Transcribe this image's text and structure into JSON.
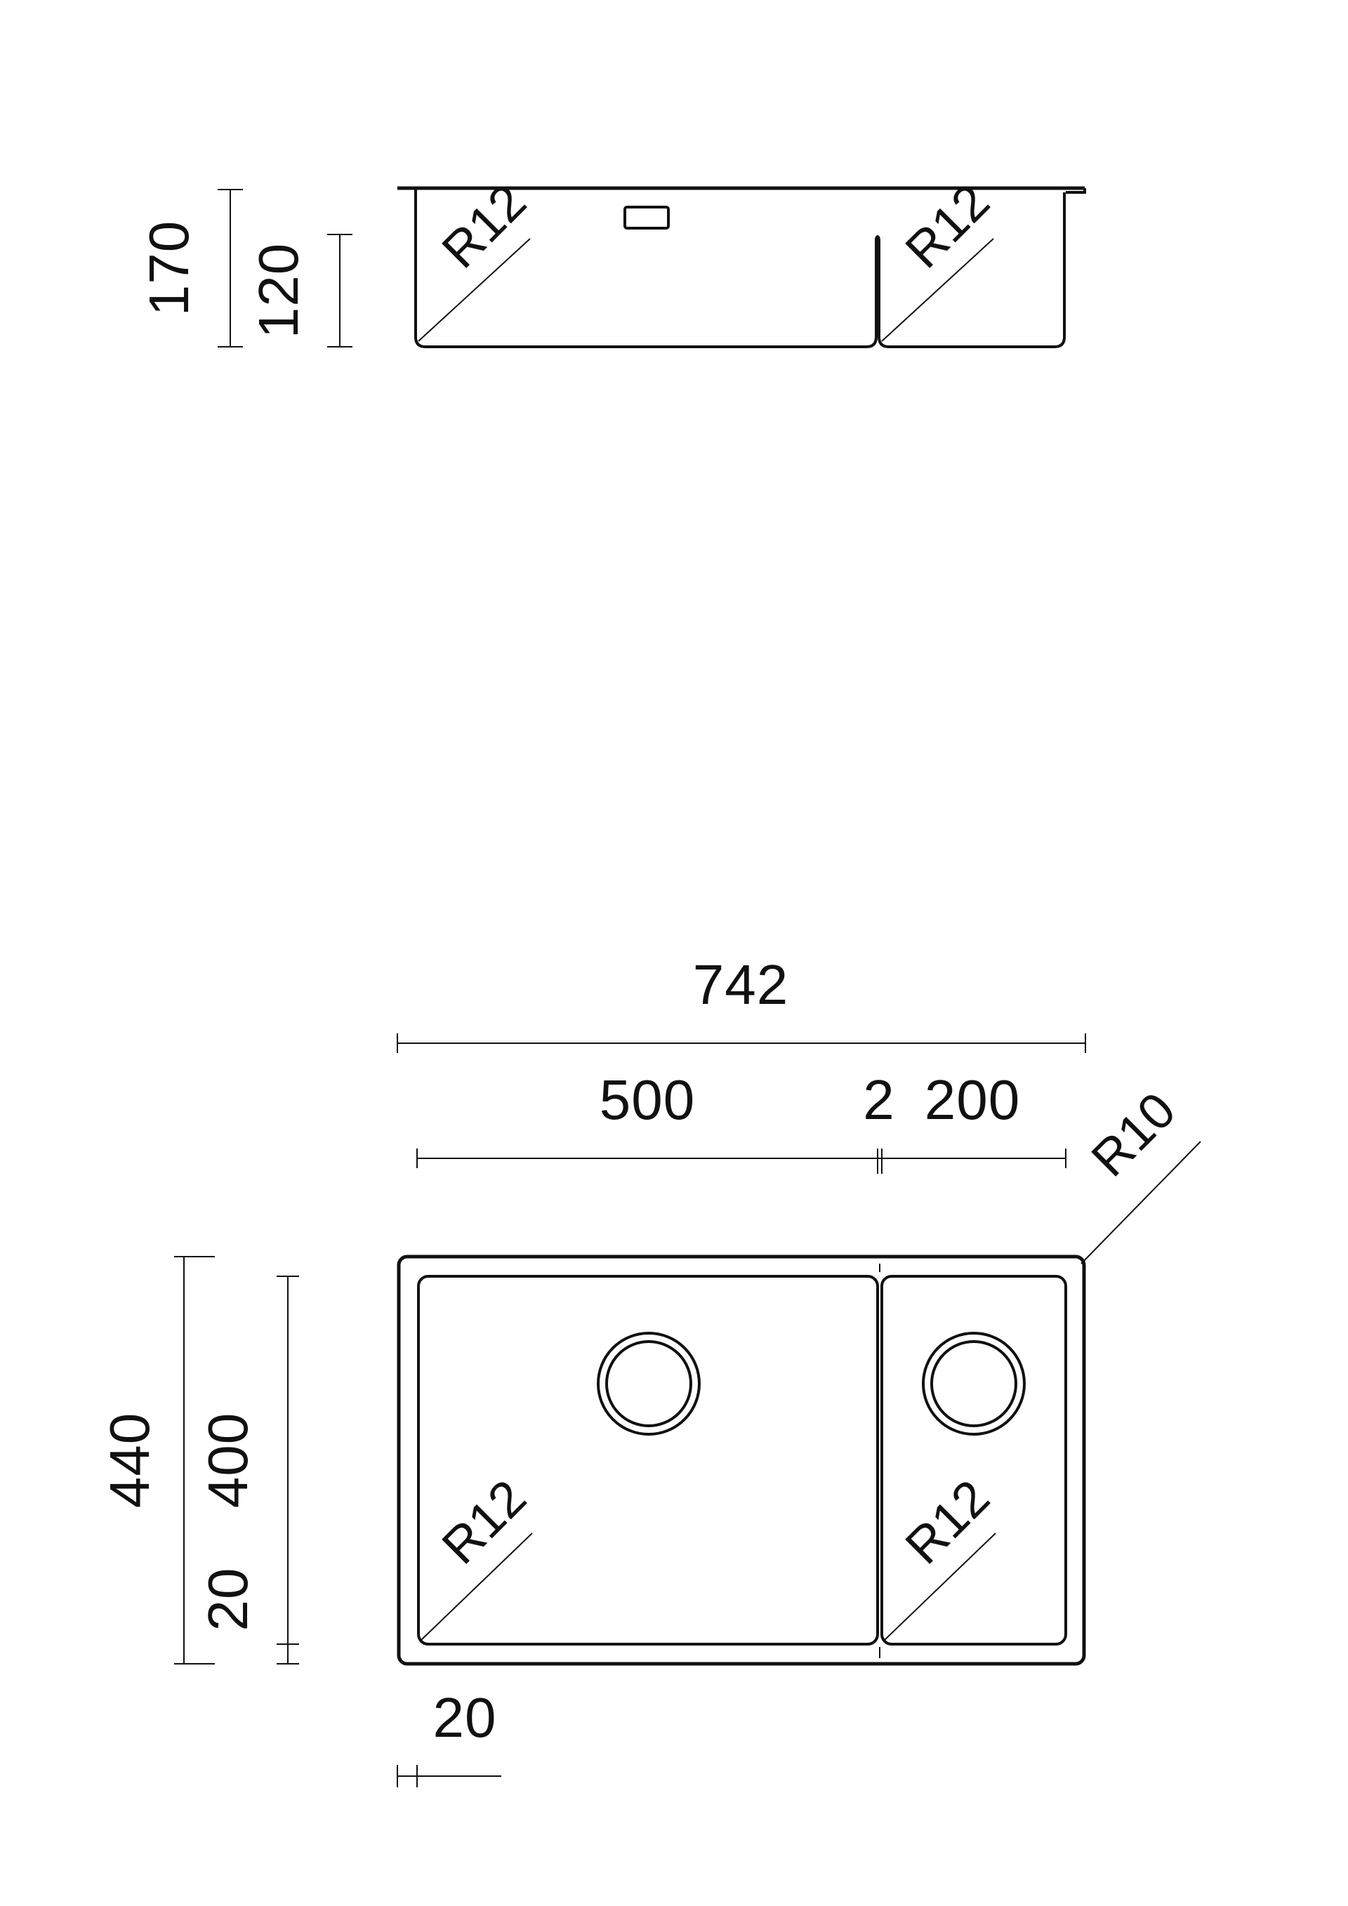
{
  "side_view": {
    "height_total": "170",
    "height_bowl": "120",
    "radius_left": "R12",
    "radius_right": "R12"
  },
  "top_view": {
    "width_total": "742",
    "width_main_bowl": "500",
    "width_divider": "2",
    "width_small_bowl": "200",
    "radius_corner": "R10",
    "depth_total": "440",
    "depth_bowl": "400",
    "edge_offset_vertical": "20",
    "edge_offset_horizontal": "20",
    "radius_main_bowl": "R12",
    "radius_small_bowl": "R12"
  }
}
